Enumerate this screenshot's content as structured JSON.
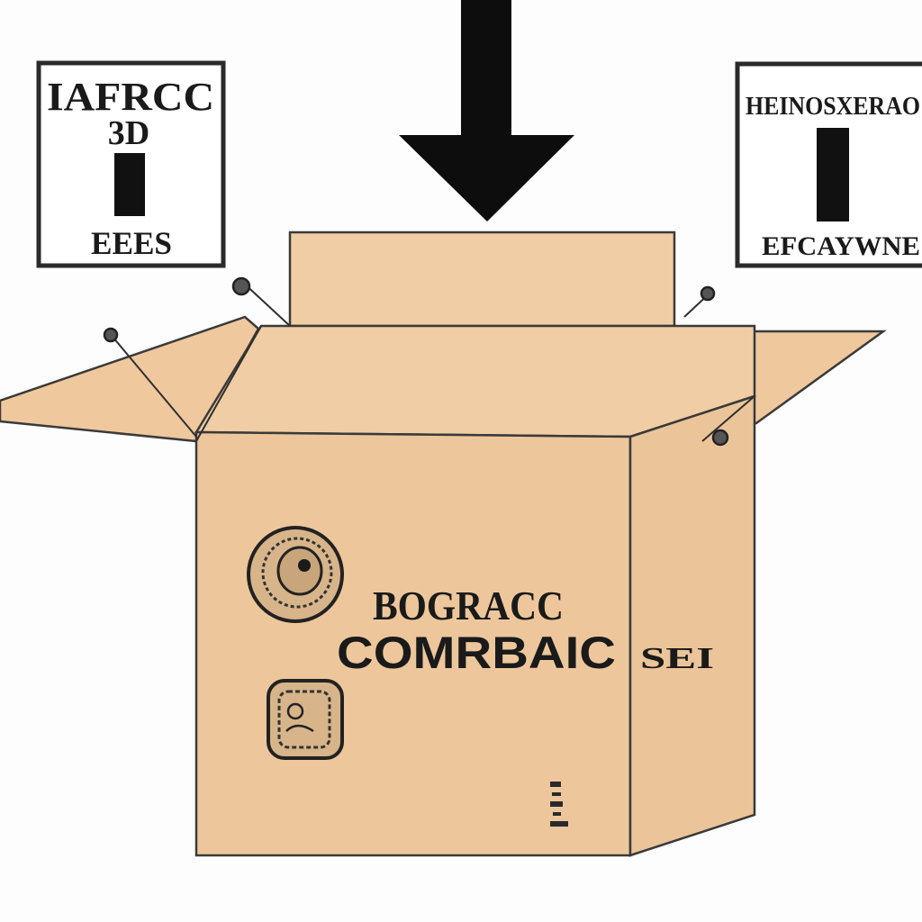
{
  "left_sign": {
    "line1": "IAFRCC",
    "line2": "3D",
    "line3": "EEES"
  },
  "right_sign": {
    "line1": "HEINOSXERAO",
    "line2": "EFCAYWNE"
  },
  "box": {
    "print_line1": "BOGRACC",
    "print_line2": "COMRBAIC",
    "side_text": "SEI"
  },
  "colors": {
    "cardboard": "#edc79b",
    "cardboard_inner": "#f0cda4",
    "ink": "#1a1a1a",
    "background": "#fdfdfd"
  },
  "icons": [
    "down-arrow-icon",
    "round-seal-icon",
    "square-seal-icon",
    "tag-pin-icon"
  ]
}
